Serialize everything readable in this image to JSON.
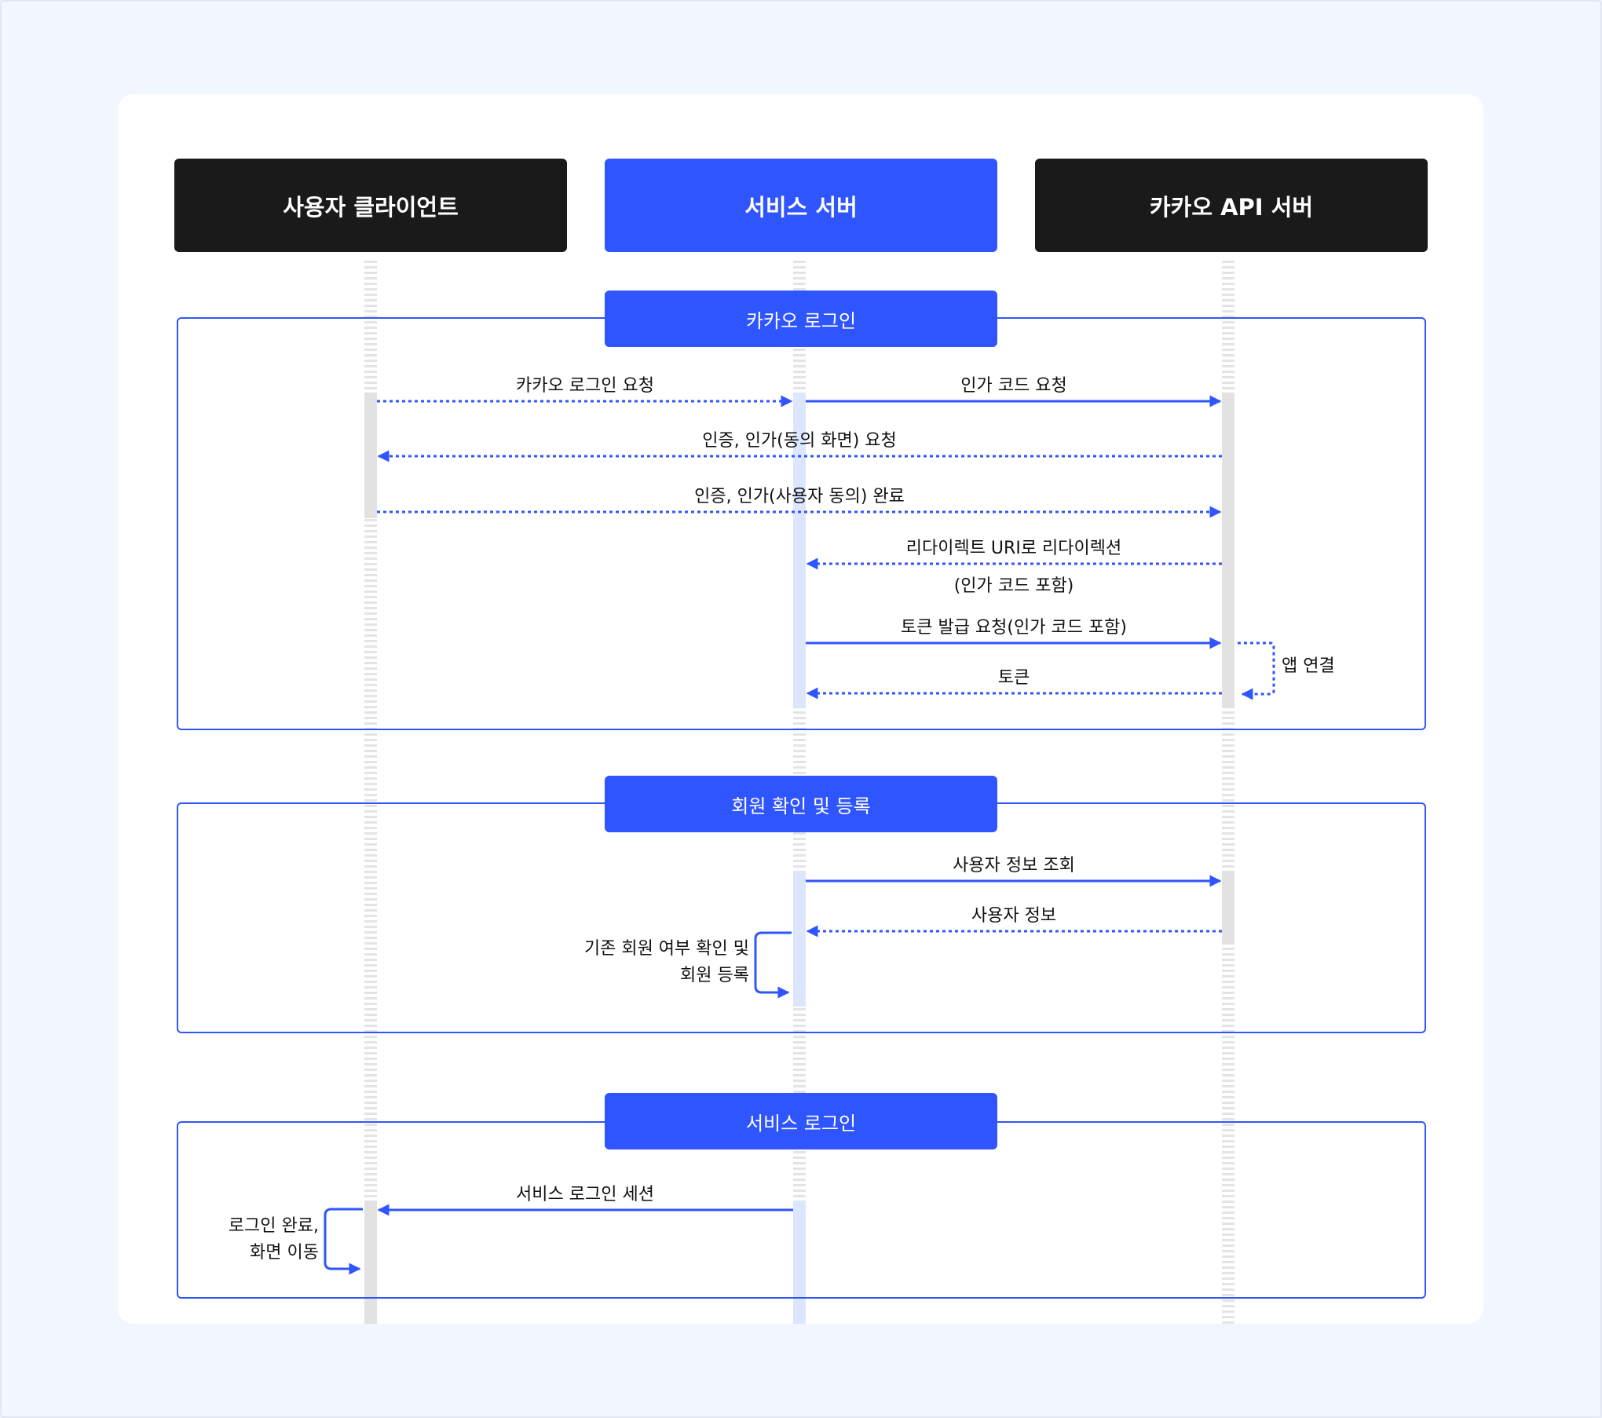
{
  "actors": {
    "client": "사용자 클라이언트",
    "service": "서비스 서버",
    "kakao": "카카오 API 서버"
  },
  "groups": {
    "kakao_login": "카카오 로그인",
    "member": "회원 확인 및 등록",
    "service_login": "서비스 로그인"
  },
  "messages": {
    "m1": "카카오 로그인 요청",
    "m2": "인가 코드 요청",
    "m3": "인증, 인가(동의 화면) 요청",
    "m4": "인증, 인가(사용자 동의) 완료",
    "m5": "리다이렉트 URI로 리다이렉션",
    "m5b": "(인가 코드 포함)",
    "m6": "토큰 발급 요청(인가 코드 포함)",
    "m7": "토큰",
    "m8": "사용자 정보 조회",
    "m9": "사용자 정보",
    "m10": "서비스 로그인 세션"
  },
  "notes": {
    "app_link": "앱 연결",
    "member_check_1": "기존 회원 여부 확인 및",
    "member_check_2": "회원 등록",
    "login_done_1": "로그인 완료,",
    "login_done_2": "화면 이동"
  },
  "colors": {
    "accent": "#2f55fe",
    "actor_dark": "#1a1a1a",
    "background": "#f2f6fe"
  }
}
